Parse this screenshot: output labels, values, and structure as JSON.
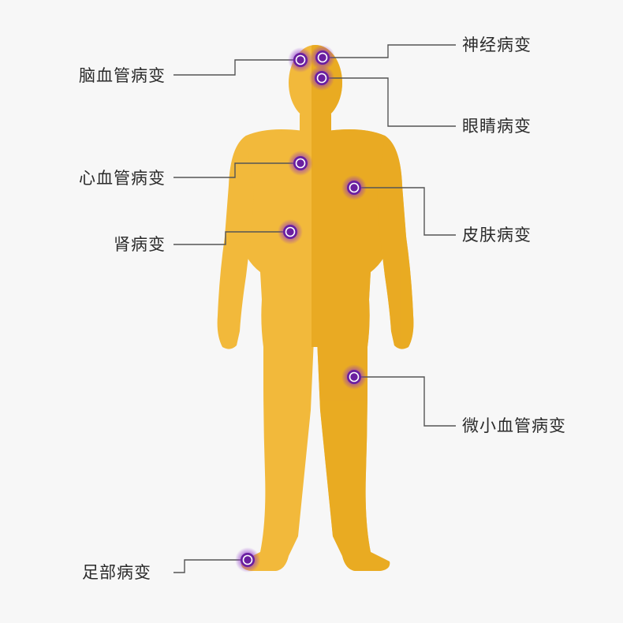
{
  "labels": {
    "cerebrovascular": "脑血管病变",
    "neuropathy": "神经病变",
    "eye": "眼睛病变",
    "cardiovascular": "心血管病变",
    "skin": "皮肤病变",
    "kidney": "肾病变",
    "microvascular": "微小血管病变",
    "foot": "足部病变"
  },
  "colors": {
    "background": "#f7f7f7",
    "body_light": "#f2b93b",
    "body_dark": "#e8a81f",
    "marker_glow": "#8b2fc9",
    "marker_center": "#6a1fa0",
    "leader_line": "#555555",
    "text": "#2b2b2b"
  }
}
